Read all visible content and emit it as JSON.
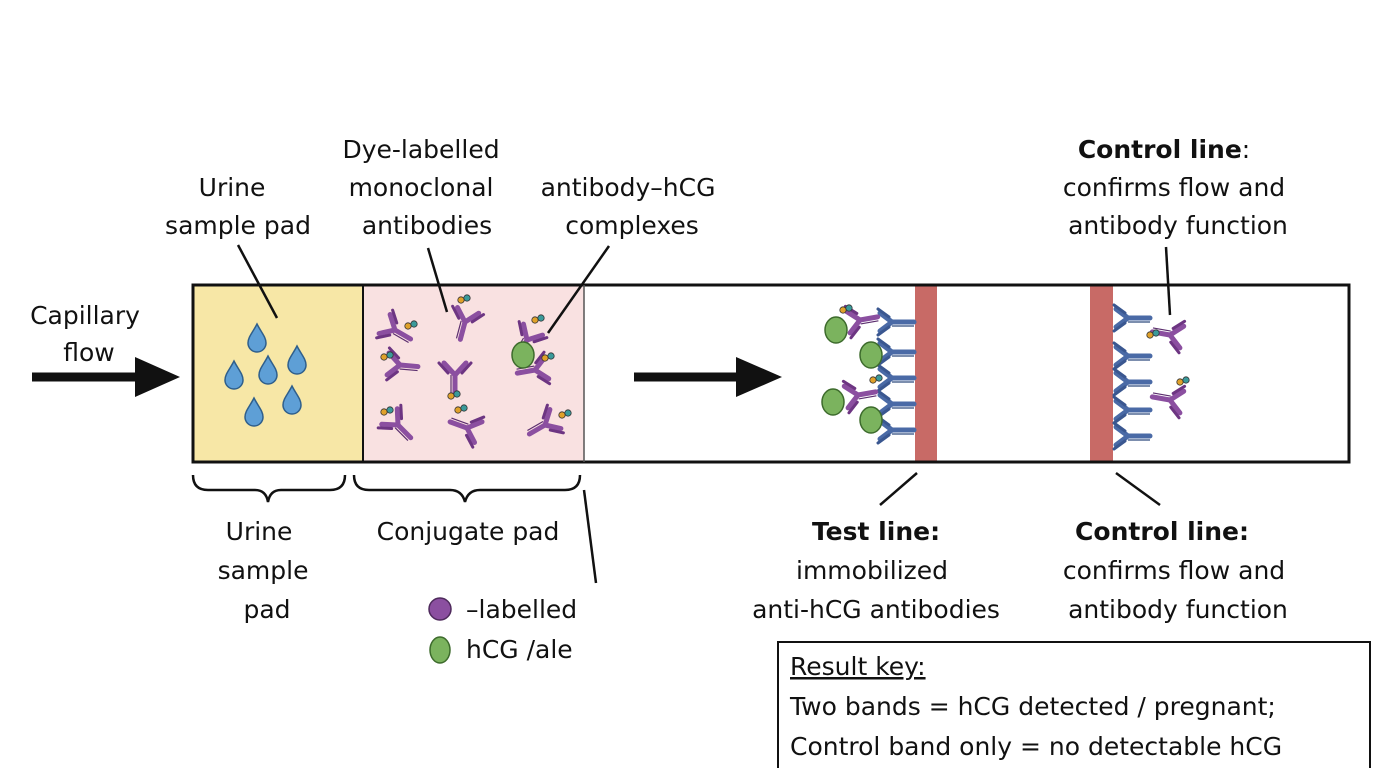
{
  "labels": {
    "capillary_flow": [
      "Capillary",
      "flow"
    ],
    "urine_pad_top": [
      "Urine",
      "sample pad"
    ],
    "dye_antibodies": [
      "Dye-labelled",
      "monoclonal",
      "antibodies"
    ],
    "complexes": [
      "antibody–hCG",
      "complexes"
    ],
    "control_top_title": "Control line",
    "control_top_colon": ":",
    "control_top_desc": [
      "confirms flow and",
      "antibody function"
    ],
    "urine_pad_bottom": [
      "Urine",
      "sample",
      "pad"
    ],
    "conjugate_pad": "Conjugate pad",
    "test_line_title": "Test line:",
    "test_line_desc": [
      "immobilized",
      "anti-hCG antibodies"
    ],
    "control_bottom_title": "Control line:",
    "control_bottom_desc": [
      "confirms flow and",
      "antibody function"
    ]
  },
  "legend": {
    "labelled": "–labelled",
    "hcg": "hCG /ale"
  },
  "result_key": {
    "title": "Result key:",
    "lines": [
      "Two bands = hCG detected / pregnant;",
      "Control band only = no detectable hCG"
    ]
  },
  "colors": {
    "sample_pad": "#f7e7a6",
    "conjugate_pad": "#f9e1e1",
    "line_band": "#c86a66",
    "antibody_purple": "#8b4fa0",
    "antibody_blue": "#4a6aa6",
    "hcg_green": "#7bb35e",
    "droplet_blue": "#5e9fd6",
    "arrow": "#111111"
  },
  "icons": [
    "droplet-icon",
    "antibody-icon",
    "hcg-icon",
    "flow-arrow-icon"
  ]
}
